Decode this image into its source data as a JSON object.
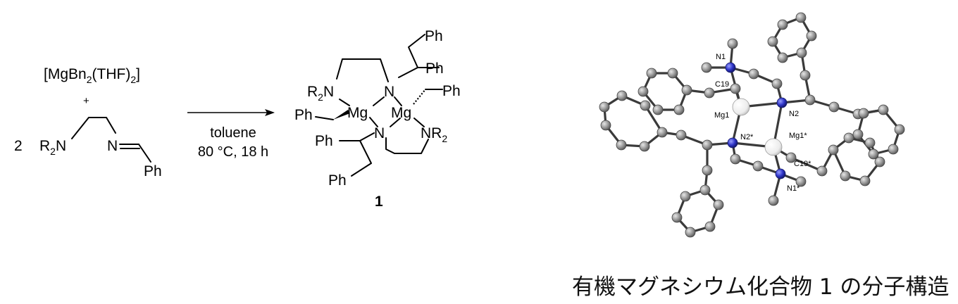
{
  "reagent": {
    "main": "[MgBn",
    "sub1": "2",
    "mid": "(THF)",
    "sub2": "2",
    "end": "]"
  },
  "plus": "+",
  "coefficient": "2",
  "ligand": {
    "amine_r": "R",
    "amine_sub": "2",
    "amine_n": "N",
    "imine_n": "N",
    "ph": "Ph"
  },
  "conditions": {
    "solvent": "toluene",
    "temp_time": "80 °C, 18 h"
  },
  "product": {
    "ph_top": "Ph",
    "ph_upper": "Ph",
    "ph_right": "Ph",
    "ph_left_benzyl": "Ph",
    "ph_lower": "Ph",
    "ph_bottom": "Ph",
    "r2n_r": "R",
    "r2n_sub": "2",
    "r2n_n": "N",
    "n_upper": "N",
    "n_lower": "N",
    "nr2_n": "NR",
    "nr2_sub": "2",
    "mg_left": "Mg",
    "mg_right": "Mg",
    "label": "1"
  },
  "xray_labels": {
    "n1": "N1",
    "c19": "C19",
    "mg1": "Mg1",
    "n2": "N2",
    "n2s": "N2*",
    "mg1s": "Mg1*",
    "c19s": "C19*",
    "n1s": "N1*"
  },
  "colors": {
    "carbon": "#8f8f8f",
    "nitrogen": "#2f35c8",
    "magnesium": "#e9e9e9",
    "bond": "#3a3a3a"
  },
  "caption": "有機マグネシウム化合物 1 の分子構造"
}
